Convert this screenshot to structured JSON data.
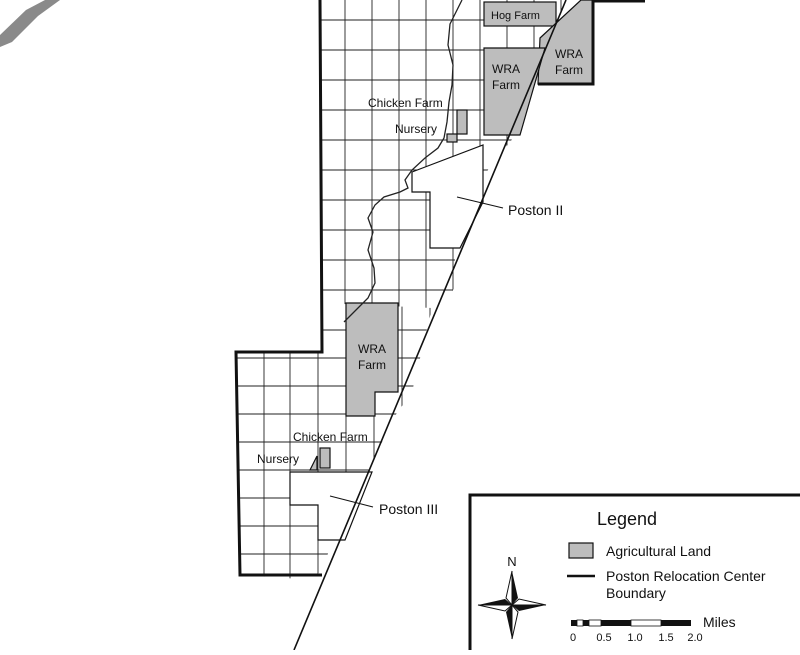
{
  "map": {
    "labels": {
      "hog_farm": "Hog Farm",
      "wra_farm": "WRA",
      "farm_word": "Farm",
      "chicken_farm": "Chicken Farm",
      "nursery": "Nursery",
      "poston_ii": "Poston II",
      "poston_iii": "Poston III"
    },
    "legend": {
      "title": "Legend",
      "agricultural_land": "Agricultural Land",
      "boundary_line1": "Poston Relocation Center",
      "boundary_line2": "Boundary",
      "north": "N",
      "scale_unit": "Miles",
      "scale_ticks": [
        "0",
        "0.5",
        "1.0",
        "1.5",
        "2.0"
      ]
    },
    "colors": {
      "agricultural": "#bdbdbd",
      "boundary": "#111111",
      "grid": "#222222",
      "river": "#888888"
    }
  }
}
